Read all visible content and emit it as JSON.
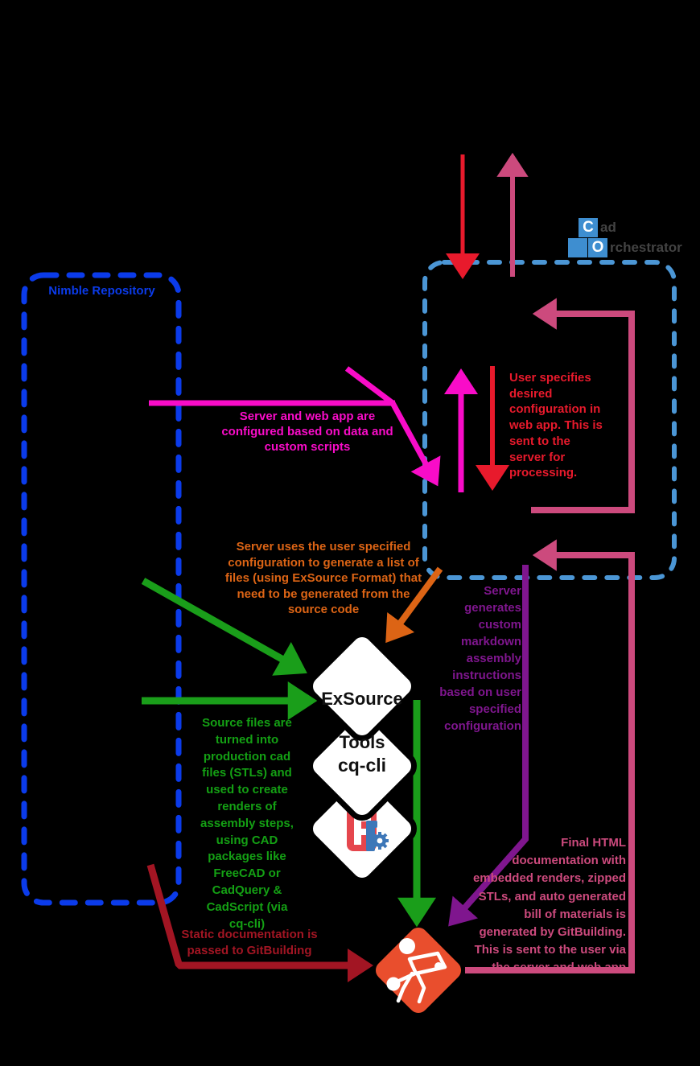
{
  "nimble_repository": {
    "label": "Nimble Repository"
  },
  "cad_orchestrator_logo": {
    "c_letter": "C",
    "c_rest": "ad",
    "o_letter": "O",
    "o_rest": "rchestrator"
  },
  "nodes": {
    "exsource_line1": "ExSource",
    "exsource_line2": "Tools",
    "cq_cli": "cq-cli",
    "freecad_icon": "freecad-logo",
    "gitbuilding_icon": "gitbuilding-logo"
  },
  "annotations": {
    "server_webapp_config": "Server and web app are\nconfigured based on data and\ncustom scripts",
    "user_config": "User specifies\ndesired\nconfiguration in\nweb app. This is\nsent to the\nserver for\nprocessing.",
    "exsource_list": "Server uses the user specified\nconfiguration to generate a list of\nfiles (using ExSource Format) that\nneed to be generated from the\nsource code",
    "markdown_instructions": "Server\ngenerates\ncustom\nmarkdown\nassembly\ninstructions\nbased on user\nspecified\nconfiguration",
    "source_files": "Source files are\nturned into\nproduction cad\nfiles (STLs) and\nused to create\nrenders of\nassembly steps,\nusing CAD\npackages like\nFreeCAD or\nCadQuery &\nCadScript (via\ncq-cli)",
    "static_docs": "Static documentation is\npassed to GitBuilding",
    "final_html": "Final HTML\ndocumentation with\nembedded renders, zipped\nSTLs, and auto generated\nbill of materials is\ngenerated by GitBuilding.\nThis is sent to the user via\nthe server and web app"
  },
  "colors": {
    "background": "#000000",
    "nimble_blue": "#0B3BEA",
    "cadorch_dash_blue": "#4B96D5",
    "logo_square_blue": "#3E8ED0",
    "red": "#E81A2C",
    "dark_red": "#A21523",
    "magenta": "#F90CC8",
    "raspberry": "#CC4A7D",
    "orange": "#DC6415",
    "green": "#1A9E1A",
    "purple": "#7F168E",
    "gitbuilding_orange": "#E94E2D"
  }
}
